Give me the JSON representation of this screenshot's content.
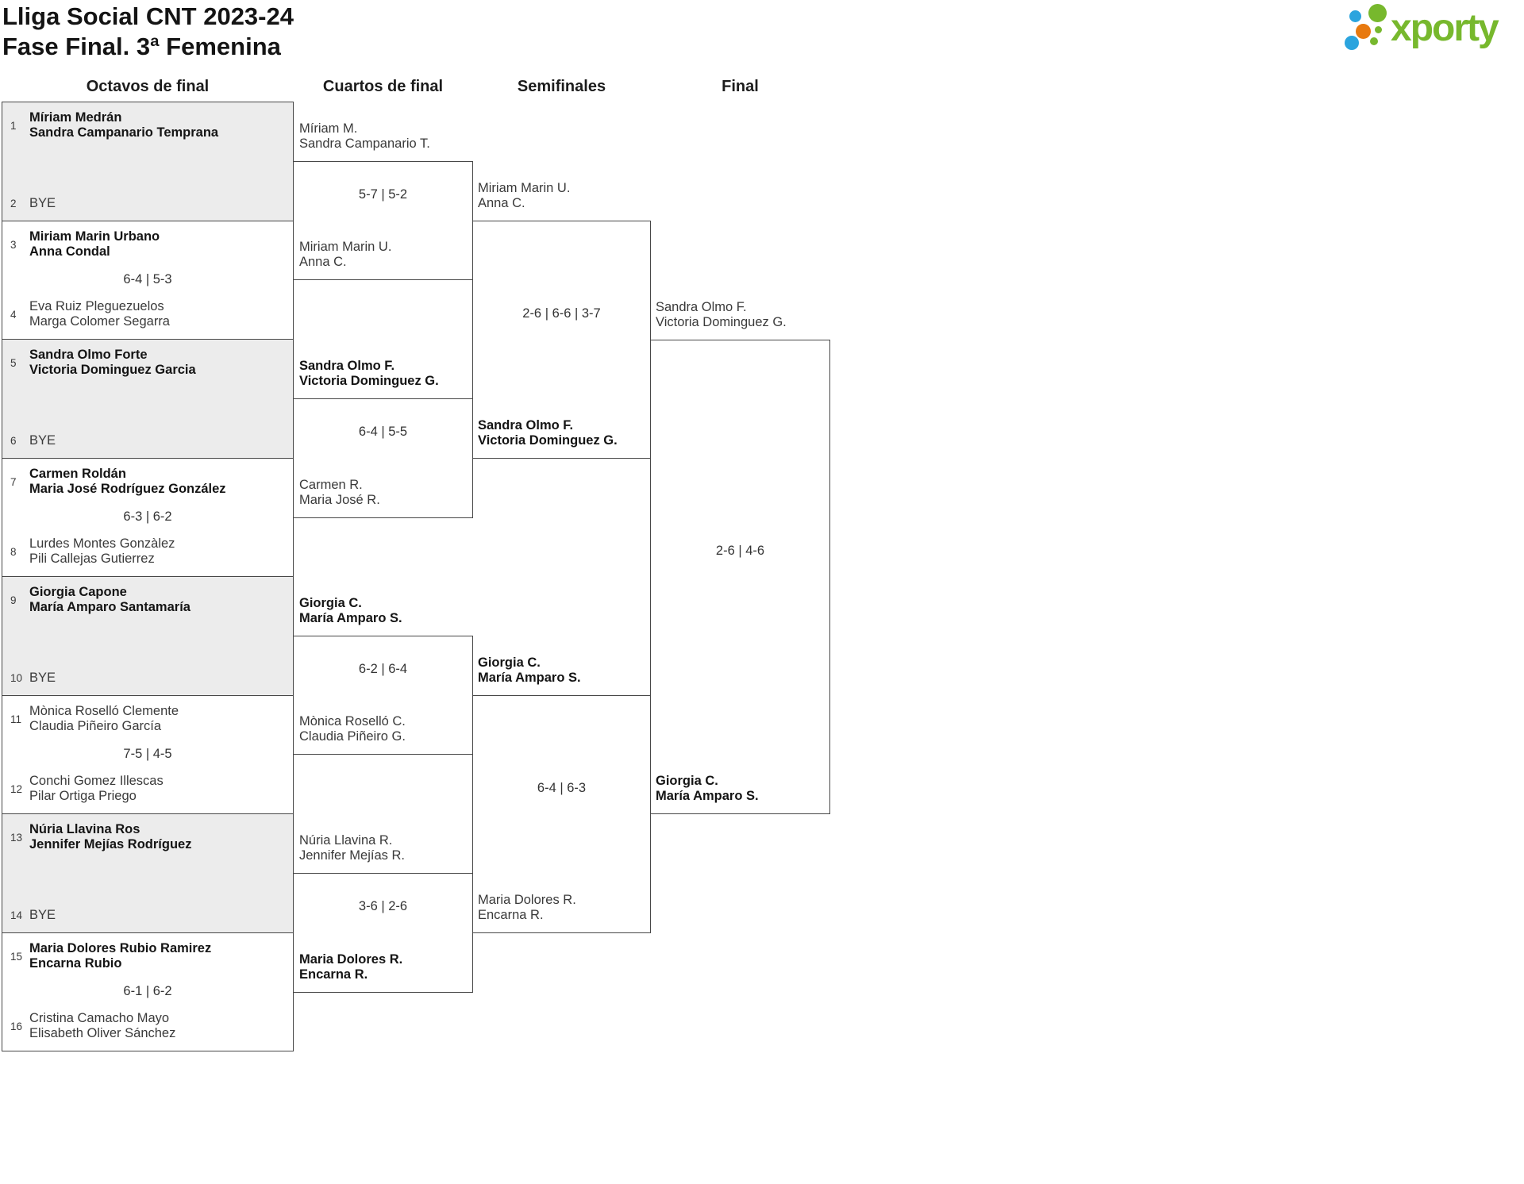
{
  "title": {
    "line1": "Lliga Social CNT 2023-24",
    "line2": "Fase Final. 3ª Femenina"
  },
  "logo": {
    "brand": "xporty"
  },
  "colors": {
    "brand_green": "#77b82d",
    "brand_blue": "#2ba4de",
    "brand_orange": "#e8790f",
    "bye_box_gray": "#ececec",
    "line": "#474747"
  },
  "rounds": [
    "Octavos de final",
    "Cuartos de final",
    "Semifinales",
    "Final"
  ],
  "r16": [
    {
      "n_top": "1",
      "top": [
        "Míriam Medrán",
        "Sandra Campanario Temprana"
      ],
      "score": "",
      "n_bot": "2",
      "bot": [
        "BYE"
      ]
    },
    {
      "n_top": "3",
      "top": [
        "Miriam Marin Urbano",
        "Anna Condal"
      ],
      "score": "6-4 | 5-3",
      "n_bot": "4",
      "bot": [
        "Eva Ruiz Pleguezuelos",
        "Marga Colomer Segarra"
      ]
    },
    {
      "n_top": "5",
      "top": [
        "Sandra Olmo Forte",
        "Victoria Dominguez Garcia"
      ],
      "score": "",
      "n_bot": "6",
      "bot": [
        "BYE"
      ]
    },
    {
      "n_top": "7",
      "top": [
        "Carmen Roldán",
        "Maria José Rodríguez González"
      ],
      "score": "6-3 | 6-2",
      "n_bot": "8",
      "bot": [
        "Lurdes Montes Gonzàlez",
        "Pili Callejas Gutierrez"
      ]
    },
    {
      "n_top": "9",
      "top": [
        "Giorgia Capone",
        "María Amparo Santamaría"
      ],
      "score": "",
      "n_bot": "10",
      "bot": [
        "BYE"
      ]
    },
    {
      "n_top": "11",
      "top": [
        "Mònica Roselló Clemente",
        "Claudia Piñeiro García"
      ],
      "score": "7-5 | 4-5",
      "n_bot": "12",
      "bot": [
        "Conchi Gomez Illescas",
        "Pilar Ortiga Priego"
      ]
    },
    {
      "n_top": "13",
      "top": [
        "Núria Llavina Ros",
        "Jennifer Mejías Rodríguez"
      ],
      "score": "",
      "n_bot": "14",
      "bot": [
        "BYE"
      ]
    },
    {
      "n_top": "15",
      "top": [
        "Maria Dolores Rubio Ramirez",
        "Encarna Rubio"
      ],
      "score": "6-1 | 6-2",
      "n_bot": "16",
      "bot": [
        "Cristina Camacho Mayo",
        "Elisabeth Oliver Sánchez"
      ]
    }
  ],
  "qf": [
    {
      "top": [
        "Míriam M.",
        "Sandra Campanario T."
      ],
      "score": "5-7 | 5-2",
      "bot": [
        "Miriam Marin U.",
        "Anna C."
      ]
    },
    {
      "top": [
        "Sandra Olmo F.",
        "Victoria Dominguez G."
      ],
      "score": "6-4 | 5-5",
      "bot": [
        "Carmen R.",
        "Maria José R."
      ]
    },
    {
      "top": [
        "Giorgia C.",
        "María Amparo S."
      ],
      "score": "6-2 | 6-4",
      "bot": [
        "Mònica Roselló C.",
        "Claudia Piñeiro G."
      ]
    },
    {
      "top": [
        "Núria Llavina R.",
        "Jennifer Mejías R."
      ],
      "score": "3-6 | 2-6",
      "bot": [
        "Maria Dolores R.",
        "Encarna R."
      ]
    }
  ],
  "sf": [
    {
      "top": [
        "Miriam Marin U.",
        "Anna C."
      ],
      "score": "2-6 | 6-6 | 3-7",
      "bot": [
        "Sandra Olmo F.",
        "Victoria Dominguez G."
      ]
    },
    {
      "top": [
        "Giorgia C.",
        "María Amparo S."
      ],
      "score": "6-4 | 6-3",
      "bot": [
        "Maria Dolores R.",
        "Encarna R."
      ]
    }
  ],
  "final": {
    "top": [
      "Sandra Olmo F.",
      "Victoria Dominguez G."
    ],
    "score": "2-6 | 4-6",
    "bot": [
      "Giorgia C.",
      "María Amparo S."
    ]
  }
}
